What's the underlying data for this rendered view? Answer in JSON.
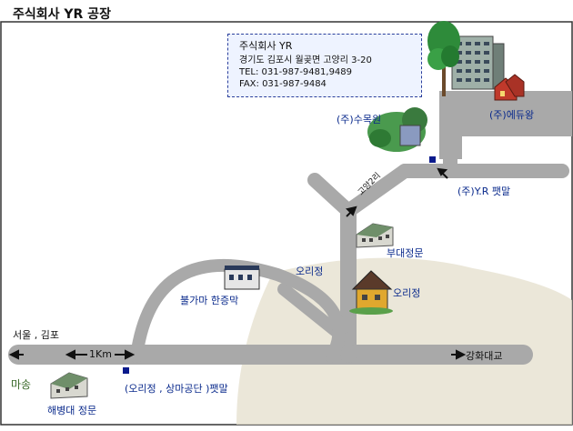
{
  "title": "주식회사 YR 공장",
  "info": {
    "company": "주식회사 YR",
    "address": "경기도 김포시 월곶면 고양리 3-20",
    "tel": "TEL: 031-987-9481,9489",
    "fax": "FAX: 031-987-9484"
  },
  "places": {
    "edu": "(주)에듀왕",
    "sumokwon": "(주)수목원",
    "yr_gate": "(주)Y.R 팻말",
    "goyang2ri": "고양2리",
    "army_gate": "부대정문",
    "orijeong_top": "오리정",
    "orijeong_house": "오리정",
    "restaurant": "불가마 한증막",
    "seoul": "서울 , 김포",
    "distance": "1Km",
    "ganghwa": "강화대교",
    "masong": "마송",
    "marine_gate": "해병대 정문",
    "sign": "(오리정 , 상마공단 )팻말"
  },
  "colors": {
    "road": "#a9a9a9",
    "label_blue": "#0a2a8c",
    "infobox_bg": "#eef3ff",
    "marker": "#0a1a8c"
  }
}
